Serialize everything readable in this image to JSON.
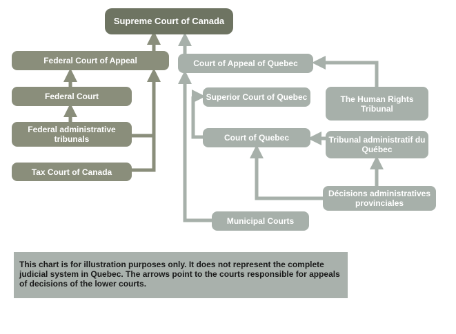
{
  "colors": {
    "top": "#6e7462",
    "federal": "#8a8e7b",
    "federal_arrow": "#8a8e7b",
    "quebec": "#a7b0aa",
    "quebec_arrow": "#a7b0aa",
    "note_bg": "#a9b1ac"
  },
  "nodes": {
    "supreme": "Supreme Court of Canada",
    "fed_appeal": "Federal Court of Appeal",
    "fed_court": "Federal Court",
    "fed_admin": "Federal administrative tribunals",
    "tax_court": "Tax Court of Canada",
    "qc_appeal": "Court of Appeal of Quebec",
    "qc_superior": "Superior Court of Quebec",
    "qc_court": "Court of Quebec",
    "municipal": "Municipal Courts",
    "human_rights": "The Human Rights Tribunal",
    "tribunal_admin": "Tribunal administratif du Québec",
    "decisions": "Décisions administratives provinciales"
  },
  "note": "This chart is for illustration purposes only. It does not represent the complete judicial system in Quebec. The arrows point to the courts responsible for appeals of decisions of the lower courts."
}
